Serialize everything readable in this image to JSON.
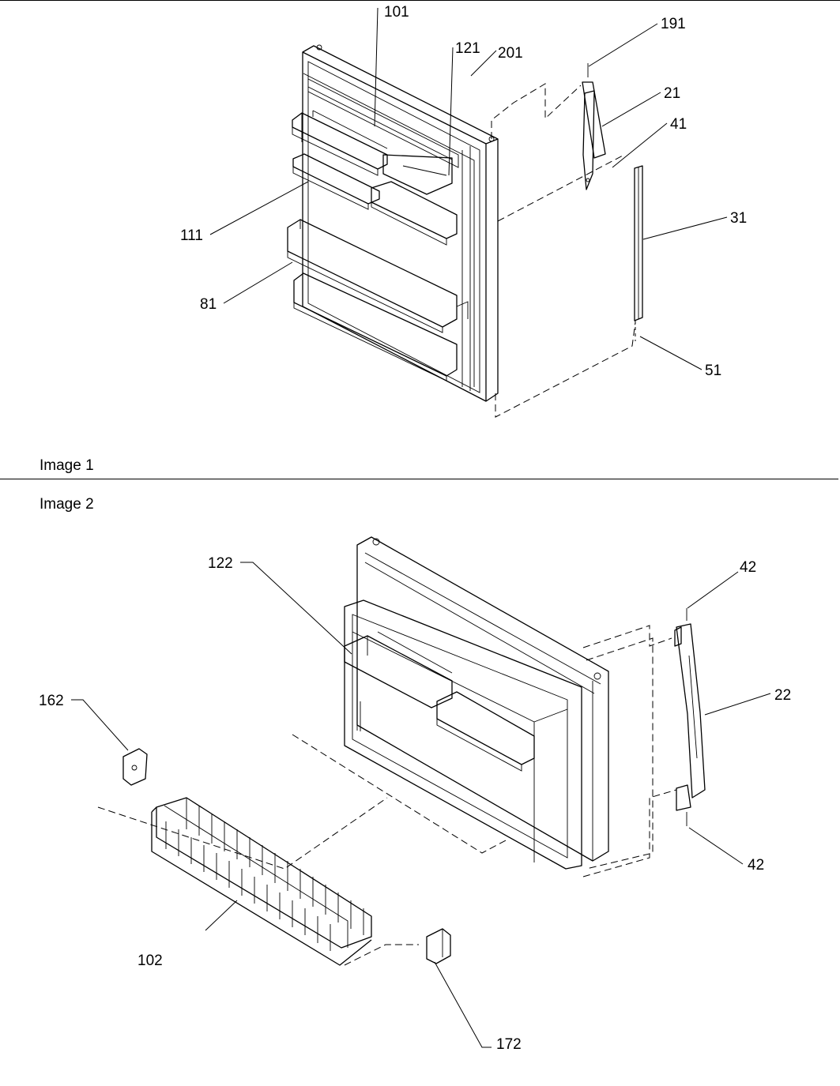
{
  "captions": {
    "image1": "Image 1",
    "image2": "Image 2"
  },
  "image1": {
    "callouts": {
      "c101": "101",
      "c121": "121",
      "c201": "201",
      "c191": "191",
      "c21": "21",
      "c41": "41",
      "c31": "31",
      "c111": "111",
      "c81": "81",
      "c51": "51"
    }
  },
  "image2": {
    "callouts": {
      "c122": "122",
      "c42_top": "42",
      "c162": "162",
      "c22": "22",
      "c42_bottom": "42",
      "c102": "102",
      "c172": "172"
    }
  }
}
